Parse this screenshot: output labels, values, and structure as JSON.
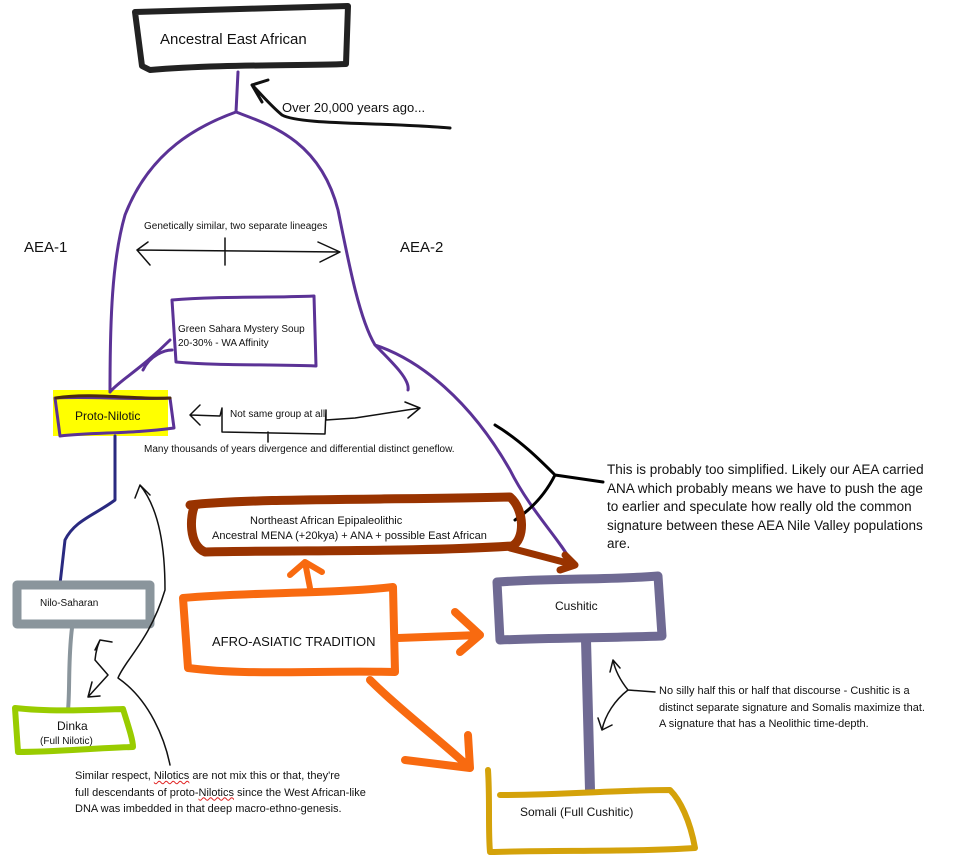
{
  "nodes": {
    "ancestral": "Ancestral East African",
    "green_sahara_line1": "Green Sahara Mystery Soup",
    "green_sahara_line2": "20-30% - WA Affinity",
    "proto_nilotic": "Proto-Nilotic",
    "northeast_line1": "Northeast African Epipaleolithic",
    "northeast_line2": "Ancestral MENA (+20kya) + ANA + possible East African",
    "afro_asiatic": "AFRO-ASIATIC TRADITION",
    "cushitic": "Cushitic",
    "nilo_saharan": "Nilo-Saharan",
    "dinka": "Dinka",
    "dinka_sub": "(Full Nilotic)",
    "somali": "Somali  (Full Cushitic)"
  },
  "labels": {
    "time": "Over 20,000 years ago...",
    "aea1": "AEA-1",
    "aea2": "AEA-2",
    "similar": "Genetically similar, two separate lineages",
    "not_same": "Not same group at all",
    "divergence": "Many thousands of years divergence and differential distinct geneflow."
  },
  "notes": {
    "simplified": [
      "This is probably too simplified. Likely our AEA carried",
      "ANA which probably means we have to push the age",
      "to earlier and speculate how really old the common",
      "signature between these AEA Nile Valley populations",
      "are."
    ],
    "cushitic": [
      "No silly half this or half that discourse - Cushitic is a",
      "distinct separate signature and Somalis maximize that.",
      "A signature that has a Neolithic time-depth."
    ],
    "nilotic_pre": "Similar respect, ",
    "nilotic_word": "Nilotics",
    "nilotic_rest1": " are not mix this or that, they're",
    "nilotic_l2a": "full descendants of proto-",
    "nilotic_l2b": " since the West African-like",
    "nilotic_l3": "DNA was imbedded in that deep macro-ethno-genesis."
  },
  "colors": {
    "purple": "#5b3296",
    "brown": "#993300",
    "orange": "#f86a10",
    "slate": "#6f6a93",
    "gold": "#d4a20a",
    "green": "#99cc00",
    "gray": "#8a959c",
    "navy": "#2a2a80",
    "yellow": "#ffff00"
  }
}
